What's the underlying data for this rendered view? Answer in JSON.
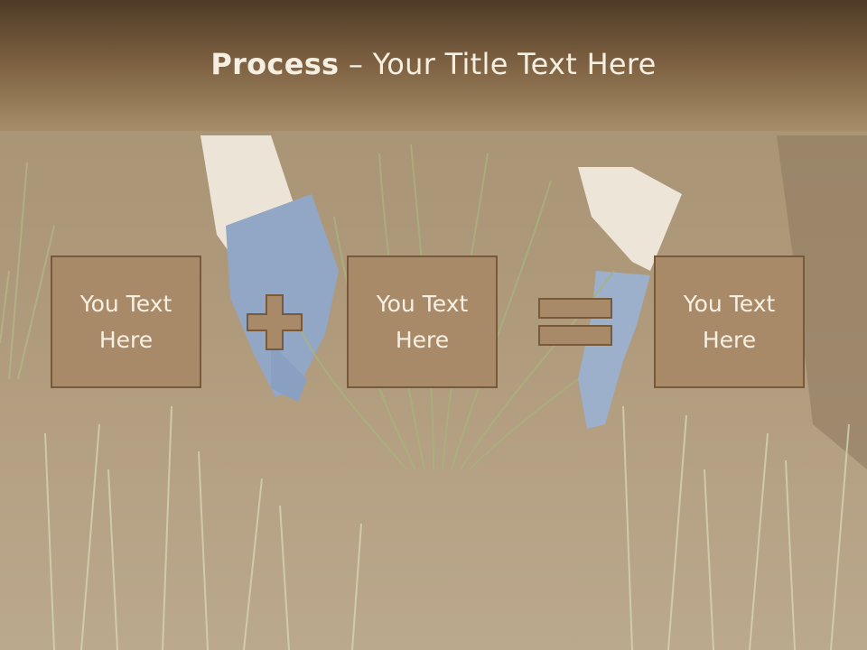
{
  "slide": {
    "title_bold": "Process",
    "title_rest": " – Your Title Text Here"
  },
  "boxes": [
    {
      "text": "You Text Here"
    },
    {
      "text": "You Text Here"
    },
    {
      "text": "You Text Here"
    }
  ],
  "operators": [
    "plus-icon",
    "equals-icon"
  ],
  "colors": {
    "header_dark": "#4e3b26",
    "header_light": "#a78d67",
    "box_fill": "#a98a68",
    "box_border": "#775a3c",
    "text": "#f6f0e4"
  },
  "background": "lavender-planting-photo"
}
